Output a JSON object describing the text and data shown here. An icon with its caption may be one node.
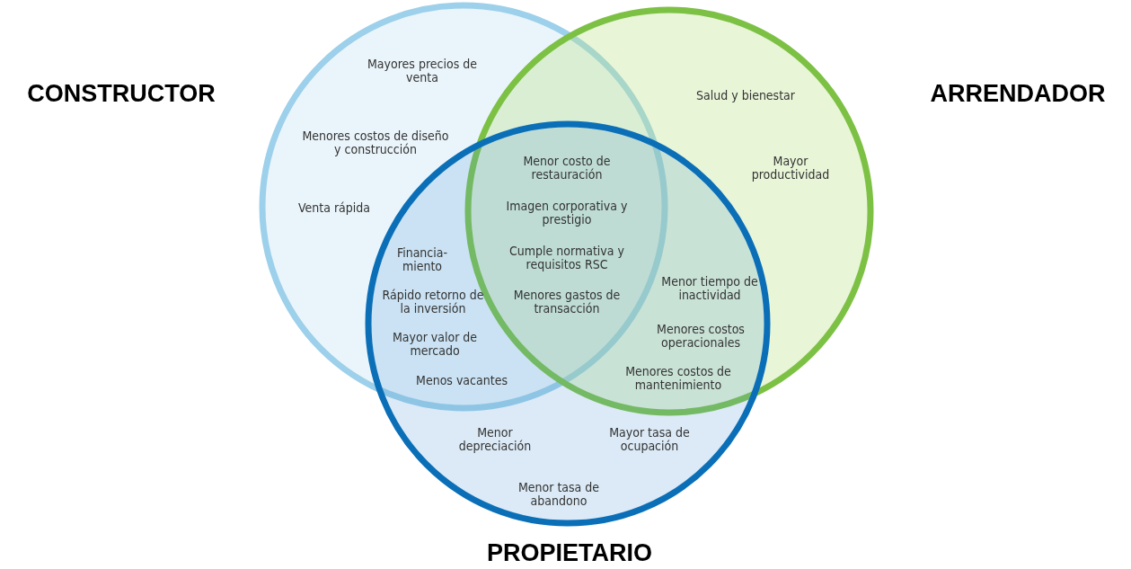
{
  "diagram": {
    "nodes": [
      {
        "text": [
          "CONSTRUCTOR"
        ]
      },
      {
        "text": [
          "ARRENDADOR"
        ]
      },
      {
        "text": [
          "PROPIETARIO"
        ]
      }
    ],
    "labels": [
      "Mayores precios de venta",
      "Menores costos de diseño y construcción",
      "Venta rápida",
      "Salud y bienestar",
      "Mayor productividad",
      "Menor costo de restauración",
      "Imagen corporativa y prestigio",
      "Cumple normativa y requisitos RSC",
      "Financia- miento",
      "Menor tiempo de inactividad",
      "Rápido retorno de la inversión",
      "Menores gastos de transacción",
      "Menores costos operacionales",
      "Mayor valor de mercado",
      "Menores costos de mantenimiento",
      "Menos vacantes",
      "Menor depreciación",
      "Mayor tasa de ocupación",
      "Menor tasa de abandono"
    ]
  }
}
